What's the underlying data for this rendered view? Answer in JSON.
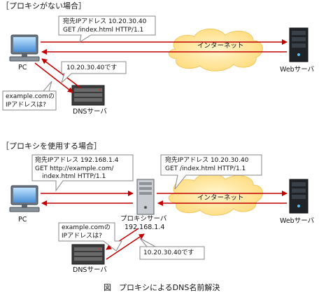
{
  "sections": {
    "no_proxy_title": "［プロキシがない場合］",
    "with_proxy_title": "［プロキシを使用する場合］"
  },
  "labels": {
    "pc": "PC",
    "dns_server": "DNSサーバ",
    "web_server": "Webサーバ",
    "internet": "インターネット",
    "proxy_server": "プロキシサーバ",
    "proxy_ip": "192.168.1.4"
  },
  "callouts": {
    "top_request_line1": "宛先IPアドレス 10.20.30.40",
    "top_request_line2": "GET /index.html HTTP/1.1",
    "top_dns_reply": "10.20.30.40です",
    "top_dns_query_line1": "example.comの",
    "top_dns_query_line2": "IPアドレスは?",
    "pc_to_proxy_line1": "宛先IPアドレス 192.168.1.4",
    "pc_to_proxy_line2": "GET http://example.com/",
    "pc_to_proxy_line3": "index.html HTTP/1.1",
    "proxy_to_web_line1": "宛先IPアドレス 10.20.30.40",
    "proxy_to_web_line2": "GET /index.html HTTP/1.1",
    "bottom_dns_query_line1": "example.comの",
    "bottom_dns_query_line2": "IPアドレスは?",
    "bottom_dns_reply": "10.20.30.40です"
  },
  "caption": "図　プロキシによるDNS名前解決",
  "colors": {
    "arrow": "#c00000",
    "cloud_fill": "#ffe9a8",
    "callout_border": "#888888"
  }
}
